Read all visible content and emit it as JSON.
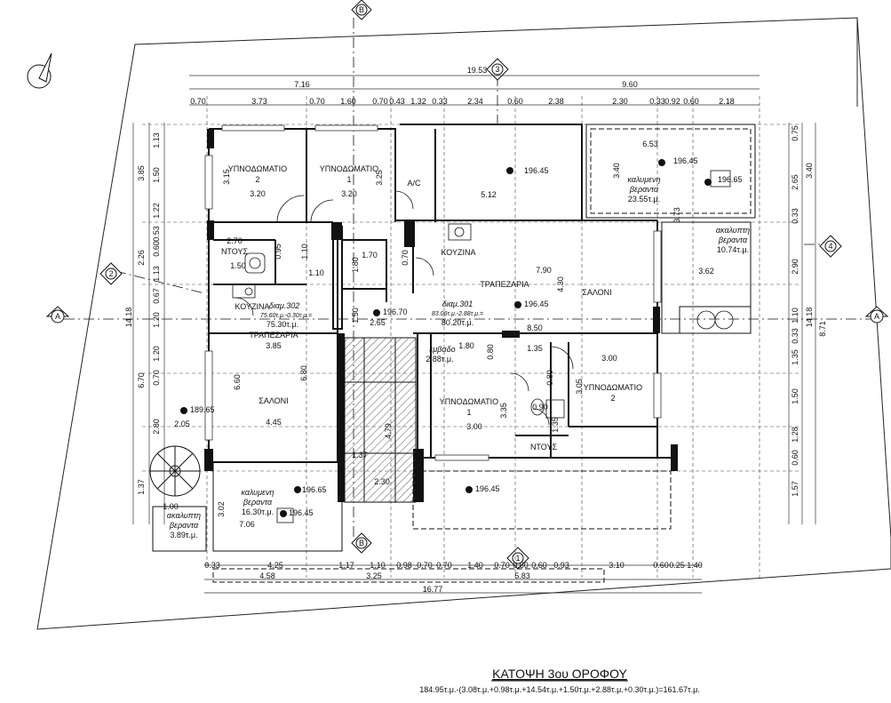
{
  "drawing": {
    "title": "ΚΑΤΟΨΗ 3ου ΟΡΟΦΟΥ",
    "area_formula": "184.95τ.μ.-(3.08τ.μ.+0.98τ.μ.+14.54τ.μ.+1.50τ.μ.+2.88τ.μ.+0.30τ.μ.)=161.67τ.μ."
  },
  "grid_markers": {
    "b_top": "B",
    "b_bottom": "B",
    "a_left": "A",
    "a_right": "A",
    "g3": "3",
    "g2": "2",
    "g4": "4",
    "g1": "1"
  },
  "dims_top": {
    "overall": "19.53",
    "left": "7.16",
    "right": "9.60",
    "row": [
      "0.70",
      "3.73",
      "0.70",
      "1.60",
      "0.70",
      "0.43",
      "1.32",
      "0.33",
      "2.34",
      "0.60",
      "2.38",
      "2.30",
      "0.33",
      "0.92",
      "0.60",
      "2.18"
    ]
  },
  "dims_bottom": {
    "row": [
      "0.33",
      "4.25",
      "1.17",
      "1.10",
      "0.98",
      "0.70",
      "0.70",
      "1.40",
      "0.70",
      "0.60",
      "0.60",
      "0.93",
      "3.10",
      "0.60",
      "0.25",
      "1.40"
    ],
    "sub": [
      "4.58",
      "3.25",
      "5.83"
    ],
    "overall": "16.77"
  },
  "dims_left": {
    "overall": "14.18",
    "group": [
      "3.85",
      "2.26",
      "6.70",
      "1.37"
    ],
    "row": [
      "1.13",
      "1.50",
      "1.22",
      "0.53",
      "0.60",
      "1.13",
      "0.67",
      "1.20",
      "1.20",
      "0.70",
      "2.80"
    ]
  },
  "dims_right": {
    "overall": "14.18",
    "sub": "8.71",
    "row": [
      "0.75",
      "3.40",
      "2.65",
      "0.33",
      "2.90",
      "1.10",
      "0.33",
      "1.35",
      "1.50",
      "1.28",
      "0.60",
      "1.57"
    ]
  },
  "rooms": {
    "bed2_left": {
      "name": "ΥΠΝΟΔΩΜΑΤΙΟ",
      "num": "2",
      "w": "3.20",
      "h": "3.15"
    },
    "bed1_left": {
      "name": "ΥΠΝΟΔΩΜΑΤΙΟ",
      "num": "1",
      "w": "3.20",
      "h": "3.25"
    },
    "ac": "A/C",
    "top_room": {
      "w": "5.12",
      "level": "196.45"
    },
    "covered_verandah_top": {
      "name": "καλυμενη",
      "name2": "βεραντα",
      "area": "23.55τ.μ.",
      "w": "6.53",
      "h": "3.40",
      "level": "196.45",
      "level2": "196.65"
    },
    "open_verandah_right": {
      "name": "ακαλυπτη",
      "name2": "βεραντα",
      "area": "10.74τ.μ.",
      "d1": "3.73",
      "d2": "3.62"
    },
    "wc_left": {
      "name": "ΝΤΟΥΣ",
      "w": "2.70",
      "d1": "0.95",
      "d2": "1.10",
      "d3": "1.50",
      "d4": "1.10"
    },
    "kitchen_right": "ΚΟΥΖΙΝΑ",
    "dining_right": {
      "name": "ΤΡΑΠΕΖΑΡΙΑ",
      "w": "7.90",
      "h": "4.30",
      "level": "196.45"
    },
    "saloni_right": {
      "name": "ΣΑΛΟΝΙ",
      "w": "8.50"
    },
    "apt301": {
      "title": "διαμ.301",
      "area1": "83.06τ.μ.-2.88τ.μ.=",
      "area2": "80.20τ.μ."
    },
    "apt302": {
      "title": "διαμ.302",
      "area1": "75.60τ.μ.-0.30τ.μ.=",
      "area2": "75.30τ.μ."
    },
    "kitchen_left": "ΚΟΥΖΙΝΑ",
    "dining_left": {
      "name": "ΤΡΑΠΕΖΑΡΙΑ",
      "w": "3.85"
    },
    "saloni_left": {
      "name": "ΣΑΛΟΝΙ",
      "w": "4.45",
      "h": "6.60",
      "h2": "6.80",
      "level": "189.65",
      "d": "2.05"
    },
    "core": {
      "lift_w": "1.70",
      "lift_h": "1.80",
      "d1": "1.50",
      "d2": "0.70",
      "level": "196.70",
      "d3": "2.65",
      "d4": "4.79",
      "d5": "1.37",
      "d6": "2.30",
      "lobby_area_label": "εμβαδο",
      "lobby_area": "2.88τ.μ.",
      "d7": "0.80",
      "d8": "1.35",
      "d9": "1.80"
    },
    "bed1_right": {
      "name": "ΥΠΝΟΔΩΜΑΤΙΟ",
      "num": "1",
      "w": "3.00",
      "h": "3.35"
    },
    "bed2_right": {
      "name": "ΥΠΝΟΔΩΜΑΤΙΟ",
      "num": "2",
      "w": "3.00",
      "h": "3.05"
    },
    "wc_right": {
      "name": "ΝΤΟΥΣ",
      "d1": "0.80",
      "d2": "0.90",
      "d3": "1.35"
    },
    "bottom_right": {
      "level": "196.45"
    },
    "covered_verandah_left": {
      "name": "καλυμενη",
      "name2": "βεραντα",
      "area": "16.30τ.μ.",
      "w": "7.06",
      "h": "3.02",
      "level1": "196.65",
      "level2": "196.45"
    },
    "open_verandah_left": {
      "name": "ακαλυπτη",
      "name2": "βεραντα",
      "area": "3.89τ.μ.",
      "w": "1.00"
    }
  }
}
